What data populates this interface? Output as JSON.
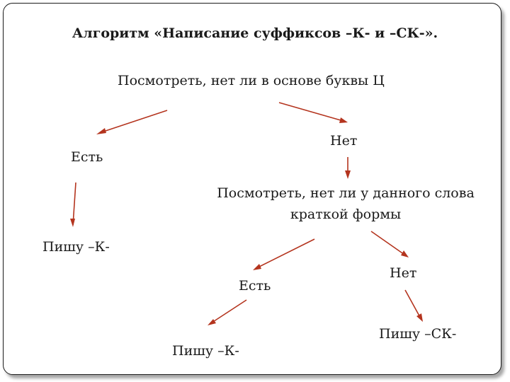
{
  "title": "Алгоритм «Написание суффиксов –К- и –СК-».",
  "nodes": {
    "check_c": "Посмотреть, нет ли в основе буквы Ц",
    "yes_1": "Есть",
    "no_1": "Нет",
    "write_k_1": "Пишу –К-",
    "check_short_line1": "Посмотреть, нет ли у данного слова",
    "check_short_line2": "краткой формы",
    "yes_2": "Есть",
    "no_2": "Нет",
    "write_k_2": "Пишу –К-",
    "write_sk": "Пишу –СК-"
  },
  "colors": {
    "arrow": "#b4341e",
    "text": "#1a1a1a"
  }
}
